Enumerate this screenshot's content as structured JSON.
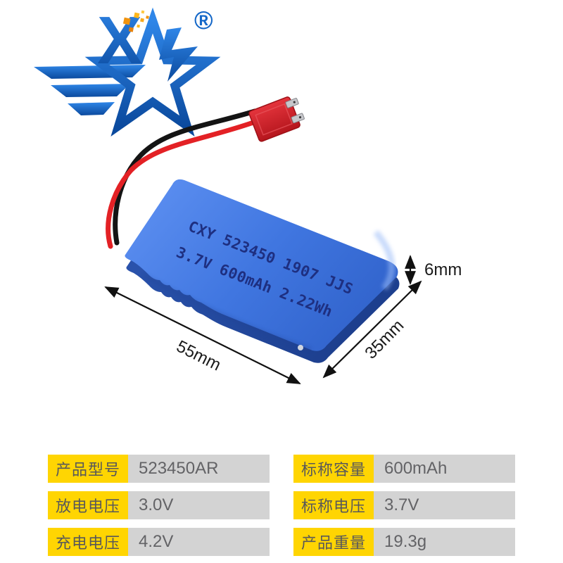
{
  "logo": {
    "letter": "X",
    "registered_mark": "®"
  },
  "battery": {
    "print_line1": "CXY 523450 1907 JJS",
    "print_line2": "3.7V 600mAh 2.22Wh"
  },
  "dimensions": {
    "thickness": "6mm",
    "length": "55mm",
    "width": "35mm"
  },
  "spec_table": {
    "left": [
      {
        "label": "产品型号",
        "value": "523450AR"
      },
      {
        "label": "放电电压",
        "value": "3.0V"
      },
      {
        "label": "充电电压",
        "value": "4.2V"
      }
    ],
    "right": [
      {
        "label": "标称容量",
        "value": "600mAh"
      },
      {
        "label": "标称电压",
        "value": "3.7V"
      },
      {
        "label": "产品重量",
        "value": "19.3g"
      }
    ]
  },
  "colors": {
    "background": "#FFFFFF",
    "logo_blue": "#1568C8",
    "logo_accent_orange": "#F7A81B",
    "battery_blue": "#4076E0",
    "battery_side_blue": "#24479E",
    "battery_print_navy": "#1E2F80",
    "wire_red": "#E32125",
    "wire_black": "#141414",
    "connector_red": "#CF2128",
    "dimension_text": "#1A1A1A",
    "table_label_bg": "#FFD502",
    "table_value_bg": "#D3D3D3",
    "table_label_text": "#58585A",
    "table_value_text": "#636366"
  }
}
